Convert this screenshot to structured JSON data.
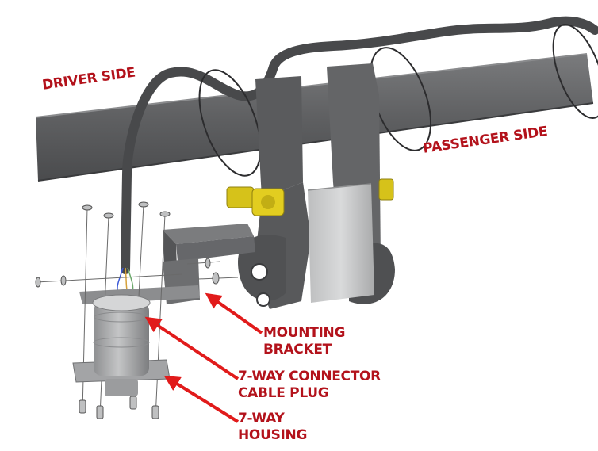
{
  "labels": {
    "driver_side": "DRIVER SIDE",
    "passenger_side": "PASSENGER SIDE",
    "mounting_bracket": [
      "MOUNTING",
      "BRACKET"
    ],
    "connector_plug": [
      "7-WAY CONNECTOR",
      "CABLE PLUG"
    ],
    "housing": [
      "7-WAY",
      "HOUSING"
    ]
  },
  "colors": {
    "label": "#b3121b",
    "arrow": "#e11b1b",
    "steel": "#5f6062",
    "steel_dark": "#3f4042",
    "steel_light": "#7a7b7d",
    "bolt": "#d6c21a",
    "plate": "#c9cacb"
  }
}
